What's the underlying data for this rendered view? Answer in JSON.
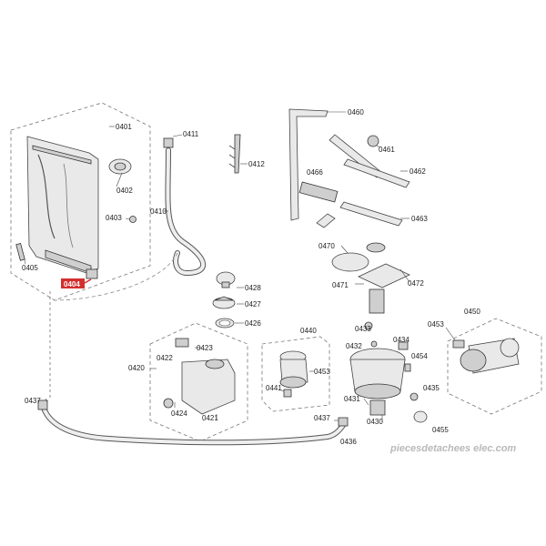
{
  "labels": {
    "p0401": "0401",
    "p0402": "0402",
    "p0403": "0403",
    "p0404": "0404",
    "p0405": "0405",
    "p0410": "0410",
    "p0411": "0411",
    "p0412": "0412",
    "p0420": "0420",
    "p0421": "0421",
    "p0422": "0422",
    "p0423": "0423",
    "p0424": "0424",
    "p0426": "0426",
    "p0427": "0427",
    "p0428": "0428",
    "p0430": "0430",
    "p0431": "0431",
    "p0432": "0432",
    "p0433": "0433",
    "p0434": "0434",
    "p0435": "0435",
    "p0436": "0436",
    "p0437a": "0437",
    "p0437b": "0437",
    "p0440": "0440",
    "p0441": "0441",
    "p0450": "0450",
    "p0453a": "0453",
    "p0453b": "0453",
    "p0454": "0454",
    "p0455": "0455",
    "p0460": "0460",
    "p0461": "0461",
    "p0462": "0462",
    "p0463": "0463",
    "p0466": "0466",
    "p0470": "0470",
    "p0471": "0471",
    "p0472": "0472"
  },
  "highlight": {
    "part": "0404",
    "color": "#d32f2f"
  },
  "watermark": "piecesdetachees elec.com"
}
